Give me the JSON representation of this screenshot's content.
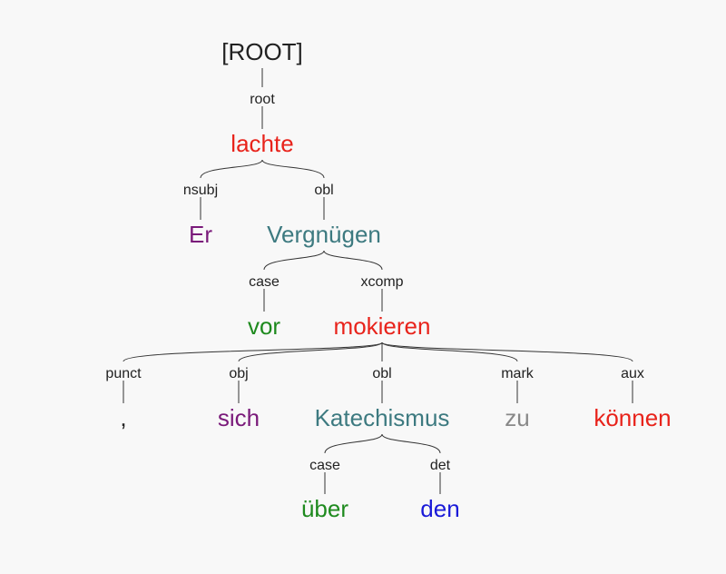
{
  "tree": {
    "nodes": [
      {
        "id": "root",
        "text": "[ROOT]",
        "color": "#222222"
      },
      {
        "id": "lachte",
        "text": "lachte",
        "color": "#e8231b"
      },
      {
        "id": "er",
        "text": "Er",
        "color": "#7a1a7a"
      },
      {
        "id": "vergnuegen",
        "text": "Vergnügen",
        "color": "#3d7a80"
      },
      {
        "id": "vor",
        "text": "vor",
        "color": "#1e8a1e"
      },
      {
        "id": "mokieren",
        "text": "mokieren",
        "color": "#e8231b"
      },
      {
        "id": "comma",
        "text": ",",
        "color": "#222222"
      },
      {
        "id": "sich",
        "text": "sich",
        "color": "#7a1a7a"
      },
      {
        "id": "katechismus",
        "text": "Katechismus",
        "color": "#3d7a80"
      },
      {
        "id": "zu",
        "text": "zu",
        "color": "#888888"
      },
      {
        "id": "koennen",
        "text": "können",
        "color": "#e8231b"
      },
      {
        "id": "ueber",
        "text": "über",
        "color": "#1e8a1e"
      },
      {
        "id": "den",
        "text": "den",
        "color": "#1a1ad8"
      }
    ],
    "edges": [
      {
        "from": "root",
        "to": "lachte",
        "label": "root"
      },
      {
        "from": "lachte",
        "to": "er",
        "label": "nsubj"
      },
      {
        "from": "lachte",
        "to": "vergnuegen",
        "label": "obl"
      },
      {
        "from": "vergnuegen",
        "to": "vor",
        "label": "case"
      },
      {
        "from": "vergnuegen",
        "to": "mokieren",
        "label": "xcomp"
      },
      {
        "from": "mokieren",
        "to": "comma",
        "label": "punct"
      },
      {
        "from": "mokieren",
        "to": "sich",
        "label": "obj"
      },
      {
        "from": "mokieren",
        "to": "katechismus",
        "label": "obl"
      },
      {
        "from": "mokieren",
        "to": "zu",
        "label": "mark"
      },
      {
        "from": "mokieren",
        "to": "koennen",
        "label": "aux"
      },
      {
        "from": "katechismus",
        "to": "ueber",
        "label": "case"
      },
      {
        "from": "katechismus",
        "to": "den",
        "label": "det"
      }
    ]
  }
}
